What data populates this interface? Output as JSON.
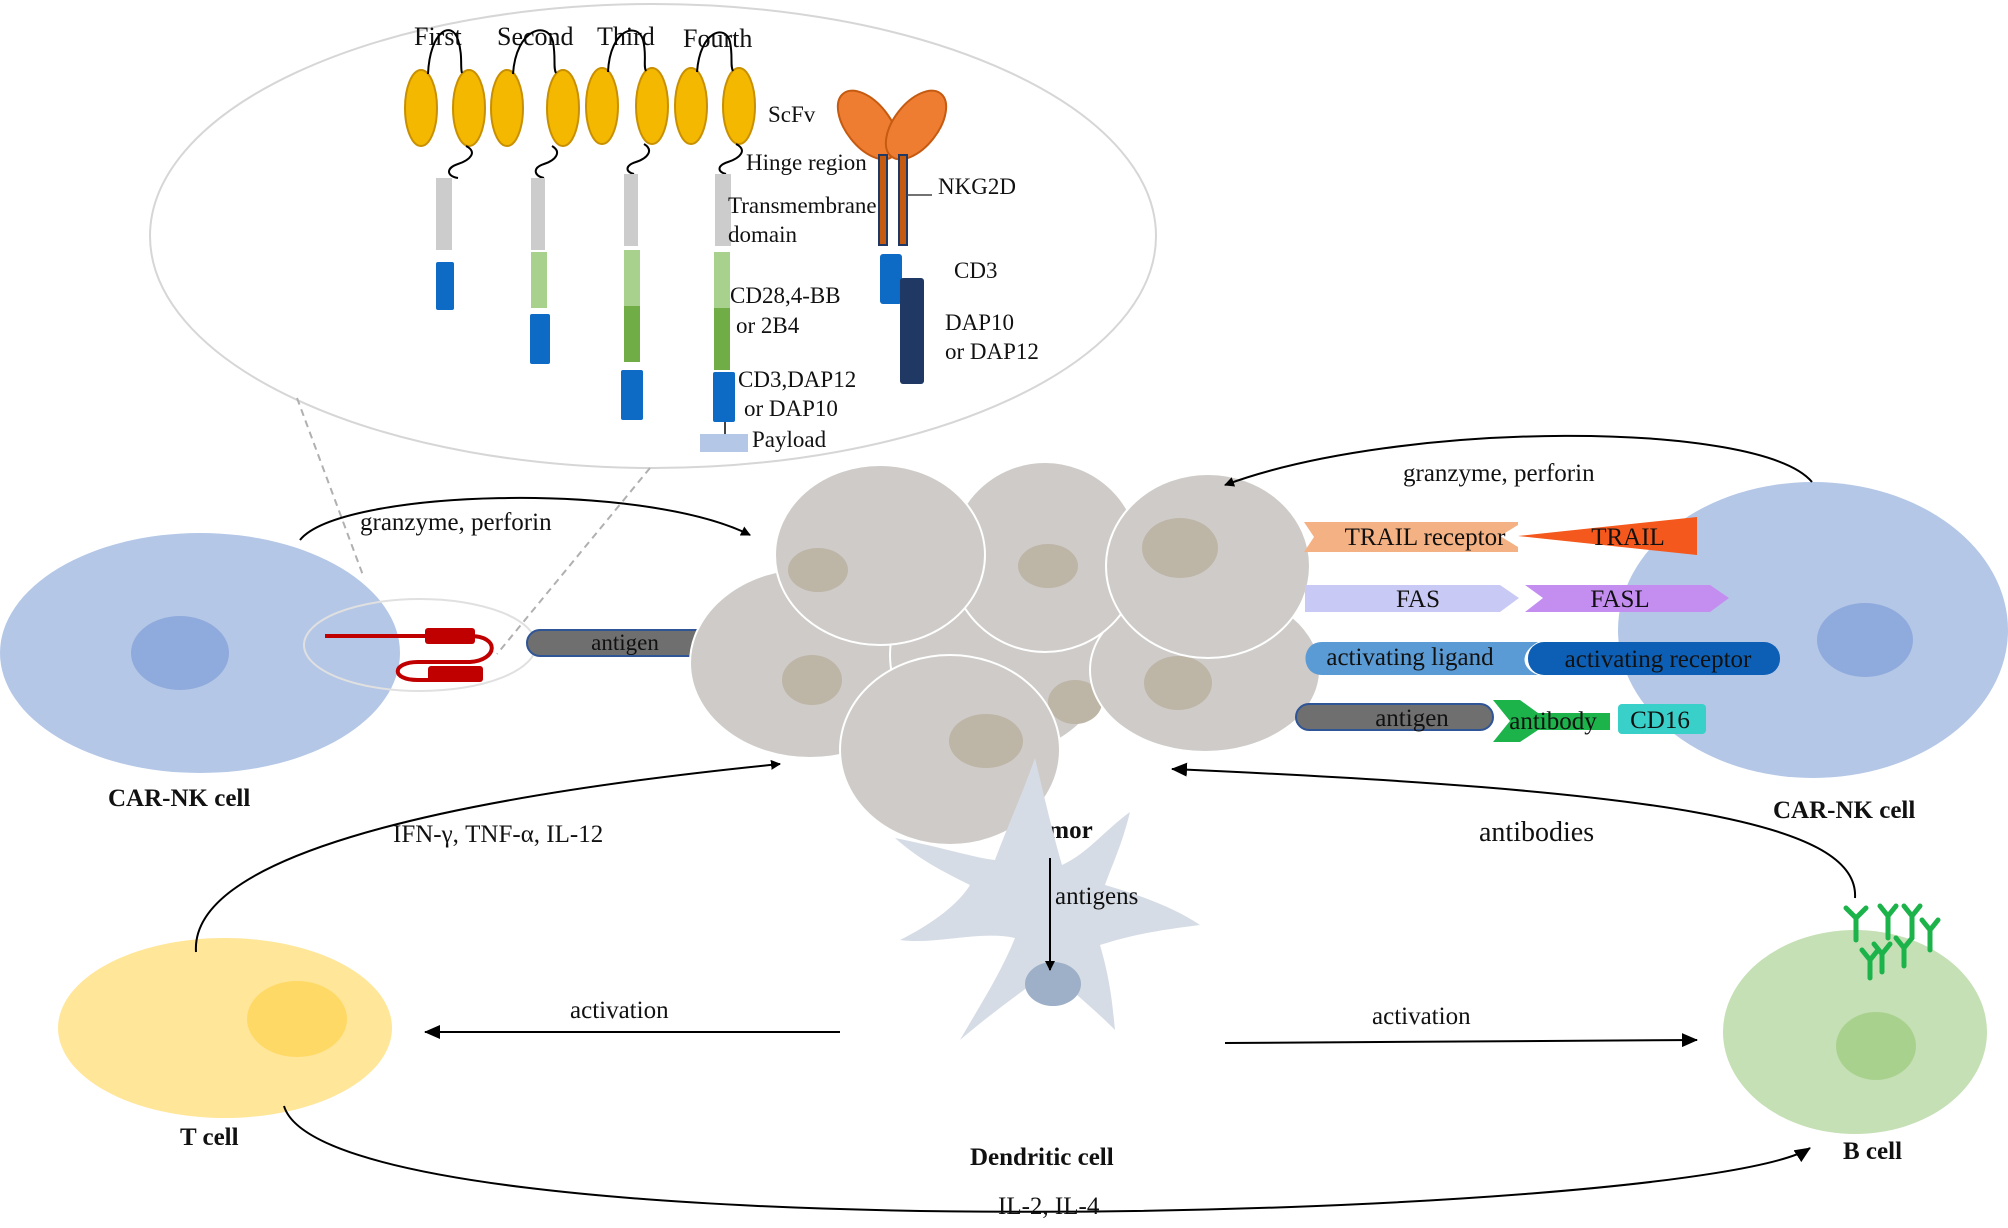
{
  "generations": {
    "first": "First",
    "second": "Second",
    "third": "Third",
    "fourth": "Fourth"
  },
  "car_structure": {
    "scfv": "ScFv",
    "hinge": "Hinge region",
    "transmembrane_line1": "Transmembrane",
    "transmembrane_line2": "domain",
    "costim_line1": "CD28,4-BB",
    "costim_line2": "or 2B4",
    "signal_line1": "CD3,DAP12",
    "signal_line2": "or DAP10",
    "payload": "Payload"
  },
  "nkg2d_structure": {
    "nkg2d": "NKG2D",
    "cd3": "CD3",
    "dap_line1": "DAP10",
    "dap_line2": "or DAP12"
  },
  "cells": {
    "car_nk_left": "CAR-NK cell",
    "car_nk_right": "CAR-NK cell",
    "tumor": "Tumor",
    "t_cell": "T cell",
    "dendritic_cell": "Dendritic cell",
    "b_cell": "B cell"
  },
  "interactions": {
    "granzyme_left": "granzyme, perforin",
    "granzyme_right": "granzyme, perforin",
    "antigen_left": "antigen",
    "trail_receptor": "TRAIL receptor",
    "trail": "TRAIL",
    "fas": "FAS",
    "fasl": "FASL",
    "activating_ligand": "activating ligand",
    "activating_receptor": "activating receptor",
    "antigen_right": "antigen",
    "antibody": "antibody",
    "cd16": "CD16"
  },
  "pathways": {
    "cytokines": "IFN-γ, TNF-α, IL-12",
    "antibodies": "antibodies",
    "antigens": "antigens",
    "activation_left": "activation",
    "activation_right": "activation",
    "interleukins": "IL-2, IL-4"
  },
  "colors": {
    "scfv": "#f5b800",
    "nkg2d": "#ee7d31",
    "signal_blue": "#0d6ac5",
    "dap_navy": "#1f3864",
    "costim_green": "#70ad47",
    "nk_cell": "#b4c7e7",
    "tumor_cell": "#cfcbc8",
    "t_cell": "#ffe699",
    "b_cell": "#c5e0b4",
    "dendritic": "#d6dce5",
    "trail_receptor": "#f4b183",
    "trail": "#f4581c",
    "fas": "#c9c9f5",
    "fasl": "#c38ef0",
    "activating": "#5b9bd5",
    "antigen": "#6f6f6f",
    "antibody_green": "#1bb34a",
    "cd16": "#38d0c8",
    "car_red": "#c00000"
  }
}
